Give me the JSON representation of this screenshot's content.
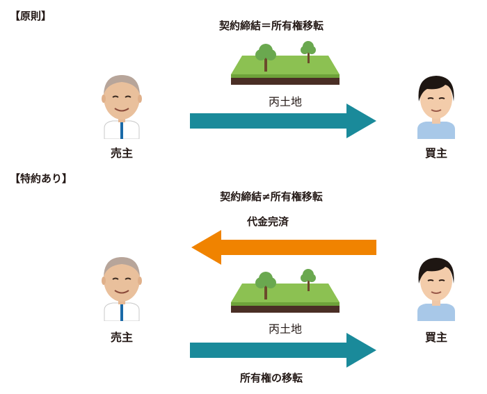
{
  "sections": {
    "principle": {
      "label": "【原則】",
      "caption": "契約締結＝所有権移転",
      "land_label": "丙土地",
      "seller_label": "売主",
      "buyer_label": "買主"
    },
    "special": {
      "label": "【特約あり】",
      "caption": "契約締結≠所有権移転",
      "payment_label": "代金完済",
      "land_label": "丙土地",
      "transfer_label": "所有権の移転",
      "seller_label": "売主",
      "buyer_label": "買主"
    }
  },
  "colors": {
    "teal_arrow": "#1a8a9a",
    "orange_arrow": "#f08300",
    "grass": "#8cc152",
    "soil": "#4a2e25",
    "tree_foliage": "#6aa84f"
  }
}
